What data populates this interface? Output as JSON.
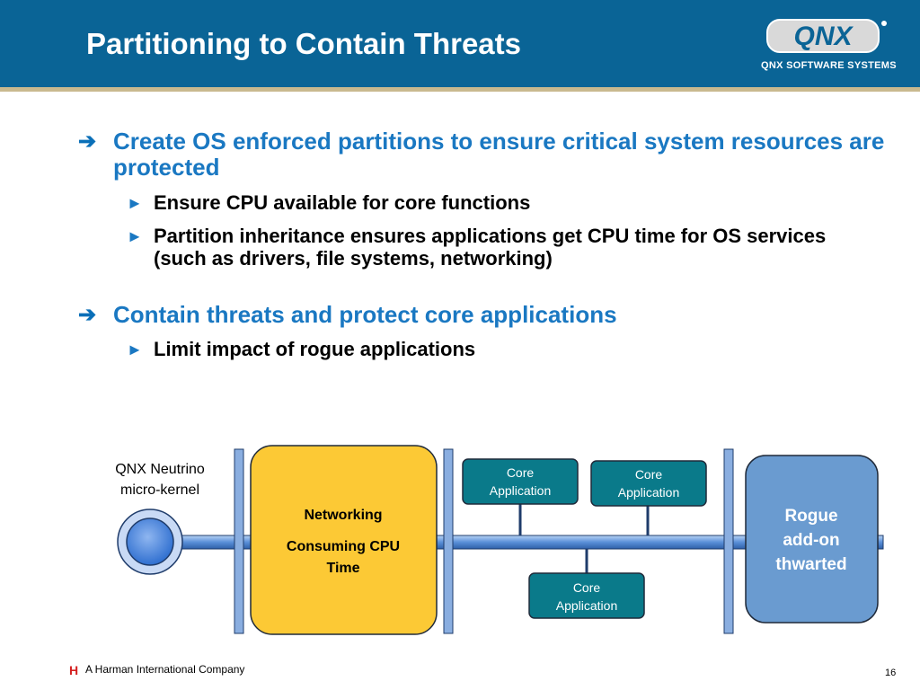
{
  "slide": {
    "title": "Partitioning to Contain Threats",
    "logo_text": "QNX",
    "logo_tagline": "QNX SOFTWARE SYSTEMS"
  },
  "bullets": [
    {
      "text": "Create OS enforced partitions to ensure critical system resources are protected",
      "subs": [
        "Ensure CPU available for core functions",
        "Partition inheritance ensures applications get CPU time for OS services (such as drivers, file systems, networking)"
      ]
    },
    {
      "text": "Contain threats and protect core applications",
      "subs": [
        "Limit impact of rogue applications"
      ]
    }
  ],
  "diagram": {
    "kernel_label_line1": "QNX Neutrino",
    "kernel_label_line2": "micro-kernel",
    "networking_title": "Networking",
    "networking_sub_line1": "Consuming CPU",
    "networking_sub_line2": "Time",
    "core_app_line1": "Core",
    "core_app_line2": "Application",
    "rogue_line1": "Rogue",
    "rogue_line2": "add-on",
    "rogue_line3": "thwarted"
  },
  "colors": {
    "header": "#0a6496",
    "accent_blue": "#1a78c2",
    "networking_fill": "#fcc935",
    "core_app_fill": "#0a7a8a",
    "rogue_fill": "#6a9bd0",
    "bus_fill": "#5a8fd8"
  },
  "footer": {
    "company_logo": "H",
    "company": "A Harman International Company",
    "page": "16"
  }
}
